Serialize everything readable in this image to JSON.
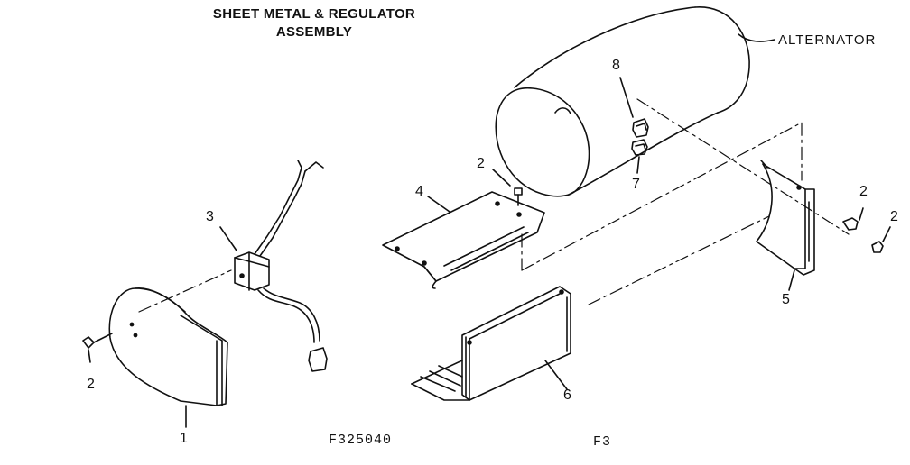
{
  "title": {
    "line1": "SHEET METAL & REGULATOR",
    "line2": "ASSEMBLY"
  },
  "callouts": {
    "alternator": "ALTERNATOR",
    "p1": "1",
    "p2_left": "2",
    "p2_top": "2",
    "p2_right_a": "2",
    "p2_right_b": "2",
    "p3": "3",
    "p4": "4",
    "p5": "5",
    "p6": "6",
    "p7": "7",
    "p8": "8"
  },
  "footer": {
    "drawing_number": "F325040",
    "figure": "F3"
  }
}
